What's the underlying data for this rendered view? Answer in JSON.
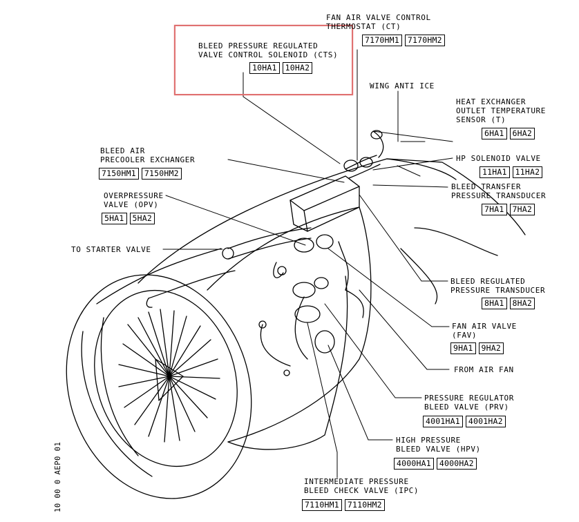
{
  "labels": {
    "fan_air_valve_thermostat": {
      "lines": [
        "FAN AIR VALVE CONTROL",
        "THERMOSTAT (CT)"
      ],
      "codes": [
        "7170HM1",
        "7170HM2"
      ]
    },
    "bleed_pressure_solenoid": {
      "lines": [
        "BLEED PRESSURE REGULATED",
        "VALVE CONTROL SOLENOID (CTS)"
      ],
      "codes": [
        "10HA1",
        "10HA2"
      ]
    },
    "wing_anti_ice": {
      "lines": [
        "WING ANTI ICE"
      ]
    },
    "heat_exchanger_sensor": {
      "lines": [
        "HEAT EXCHANGER",
        "OUTLET TEMPERATURE",
        "SENSOR (T)"
      ],
      "codes": [
        "6HA1",
        "6HA2"
      ]
    },
    "bleed_air_precooler": {
      "lines": [
        "BLEED AIR",
        "PRECOOLER EXCHANGER"
      ],
      "codes": [
        "7150HM1",
        "7150HM2"
      ]
    },
    "hp_solenoid_valve": {
      "lines": [
        "HP SOLENOID VALVE"
      ],
      "codes": [
        "11HA1",
        "11HA2"
      ]
    },
    "bleed_transfer_transducer": {
      "lines": [
        "BLEED TRANSFER",
        "PRESSURE TRANSDUCER"
      ],
      "codes": [
        "7HA1",
        "7HA2"
      ]
    },
    "overpressure_valve": {
      "lines": [
        "OVERPRESSURE",
        "VALVE (OPV)"
      ],
      "codes": [
        "5HA1",
        "5HA2"
      ]
    },
    "to_starter_valve": {
      "lines": [
        "TO STARTER VALVE"
      ]
    },
    "bleed_regulated_transducer": {
      "lines": [
        "BLEED REGULATED",
        "PRESSURE TRANSDUCER"
      ],
      "codes": [
        "8HA1",
        "8HA2"
      ]
    },
    "fan_air_valve": {
      "lines": [
        "FAN AIR VALVE",
        "(FAV)"
      ],
      "codes": [
        "9HA1",
        "9HA2"
      ]
    },
    "from_air_fan": {
      "lines": [
        "FROM AIR FAN"
      ]
    },
    "pressure_regulator_valve": {
      "lines": [
        "PRESSURE REGULATOR",
        "BLEED VALVE (PRV)"
      ],
      "codes": [
        "4001HA1",
        "4001HA2"
      ]
    },
    "high_pressure_valve": {
      "lines": [
        "HIGH PRESSURE",
        "BLEED VALVE (HPV)"
      ],
      "codes": [
        "4000HA1",
        "4000HA2"
      ]
    },
    "ipc_valve": {
      "lines": [
        "INTERMEDIATE PRESSURE",
        "BLEED CHECK VALVE (IPC)"
      ],
      "codes": [
        "7110HM1",
        "7110HM2"
      ]
    }
  },
  "side_reference": "10 00 0 AEP0 01"
}
